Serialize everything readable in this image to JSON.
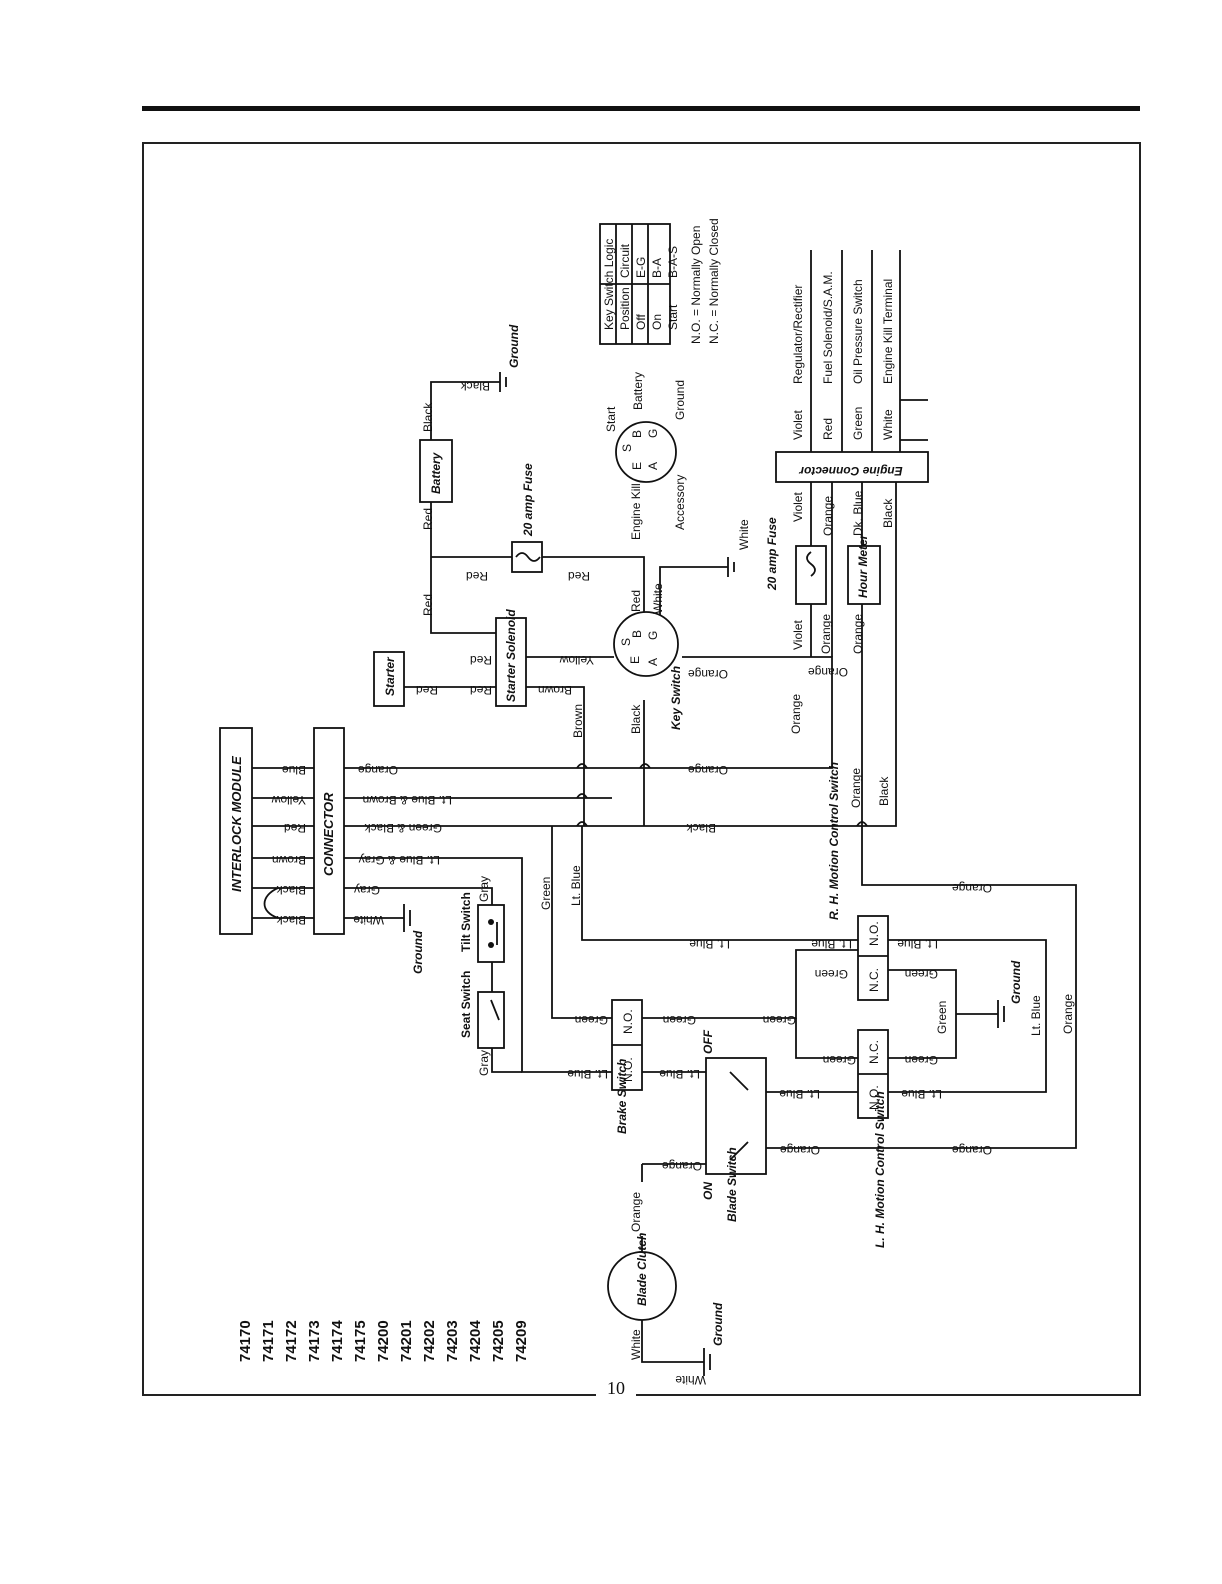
{
  "page": {
    "number": "10"
  },
  "models": [
    "74170",
    "74171",
    "74172",
    "74173",
    "74174",
    "74175",
    "74200",
    "74201",
    "74202",
    "74203",
    "74204",
    "74205",
    "74209"
  ],
  "components": {
    "interlock_module": "INTERLOCK MODULE",
    "connector": "CONNECTOR",
    "starter": "Starter",
    "starter_solenoid": "Starter Solenoid",
    "battery": "Battery",
    "fuse_main": "20 amp Fuse",
    "fuse_engine": "20 amp Fuse",
    "key_switch": "Key Switch",
    "hour_meter": "Hour Meter",
    "engine_connector": "Engine Connector",
    "blade_clutch": "Blade Clutch",
    "blade_switch": "Blade Switch",
    "brake_switch": "Brake Switch",
    "tilt_switch": "Tilt Switch",
    "seat_switch": "Seat Switch",
    "rh_motion": "R. H. Motion Control Switch",
    "lh_motion": "L. H. Motion Control Switch",
    "ground": "Ground",
    "off": "OFF",
    "on": "ON",
    "no": "N.O.",
    "nc": "N.C."
  },
  "interlock_wires": [
    "Black",
    "Black",
    "Brown",
    "Red",
    "Yellow",
    "Blue"
  ],
  "connector_wires": [
    "White",
    "Gray",
    "Lt. Blue & Gray",
    "Green & Black",
    "Lt. Blue & Brown",
    "Orange"
  ],
  "engine_terminals": [
    {
      "wire": "Violet",
      "name": "Regulator/Rectifier"
    },
    {
      "wire": "Red",
      "name": "Fuel Solenoid/S.A.M."
    },
    {
      "wire": "Green",
      "name": "Oil Pressure Switch"
    },
    {
      "wire": "White",
      "name": "Engine Kill Terminal"
    }
  ],
  "key_logic": {
    "title": "Key Switch Logic",
    "headers": [
      "Position",
      "Circuit"
    ],
    "rows": [
      [
        "Off",
        "E-G"
      ],
      [
        "On",
        "B-A"
      ],
      [
        "Start",
        "B-A-S"
      ]
    ],
    "notes": [
      "N.O. = Normally Open",
      "N.C. = Normally Closed"
    ]
  },
  "key_pins": {
    "s": "S",
    "b": "B",
    "e": "E",
    "g": "G",
    "a": "A"
  },
  "pin_labels": {
    "start": "Start",
    "battery": "Battery",
    "ground": "Ground",
    "engine_kill": "Engine Kill",
    "accessory": "Accessory"
  },
  "wires": {
    "black": "Black",
    "red": "Red",
    "white": "White",
    "orange": "Orange",
    "brown": "Brown",
    "yellow": "Yellow",
    "violet": "Violet",
    "green": "Green",
    "lt_blue": "Lt. Blue",
    "dk_blue": "Dk. Blue",
    "gray": "Gray"
  }
}
